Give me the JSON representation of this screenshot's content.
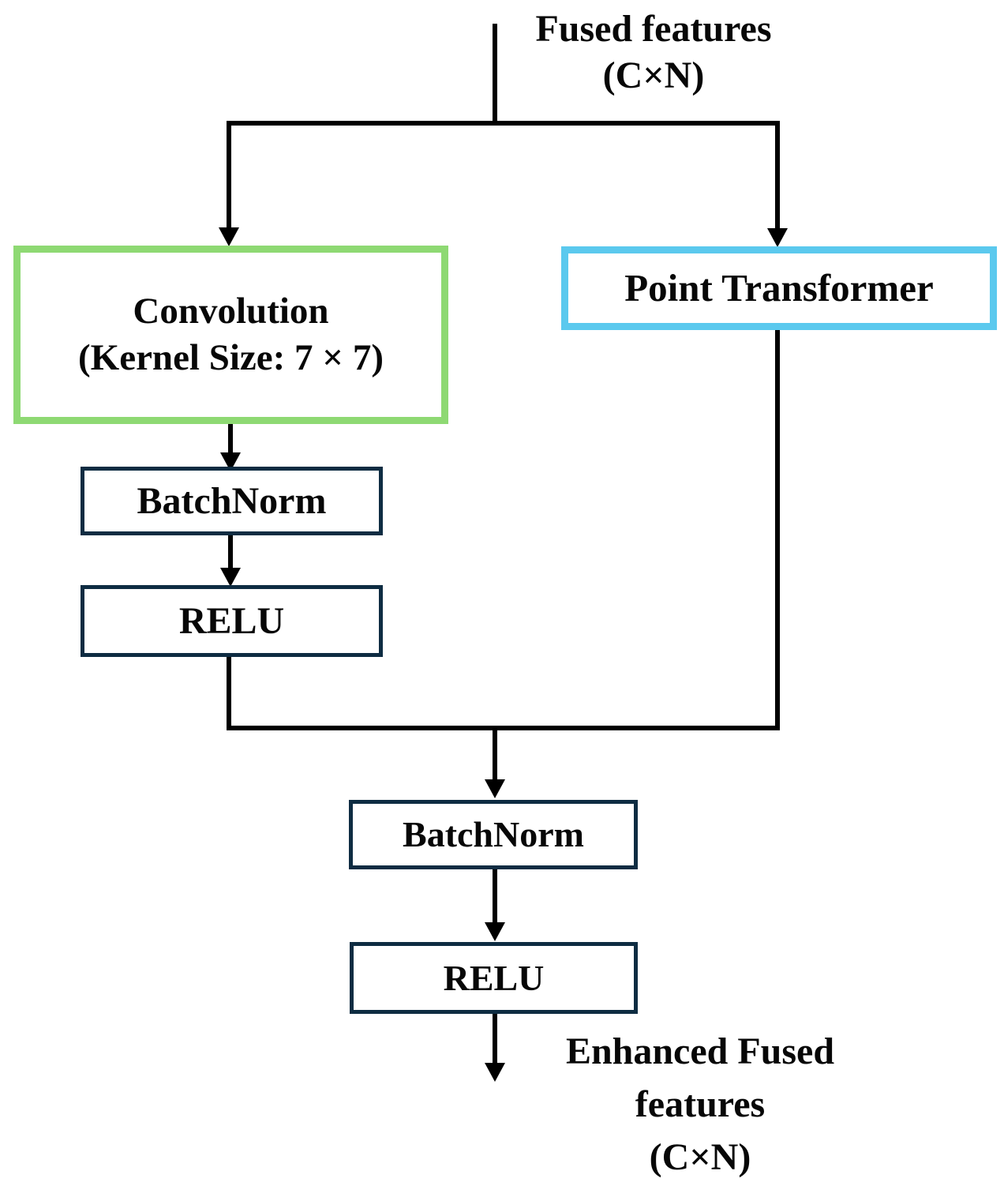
{
  "colors": {
    "convolution_border": "#8ed973",
    "point_transformer_border": "#5bc9ee",
    "inner_box_border": "#0e2c42",
    "connector": "#000000"
  },
  "input_label": {
    "line1": "Fused features",
    "line2": "(C×N)"
  },
  "nodes": {
    "convolution": {
      "line1": "Convolution",
      "line2": "(Kernel Size: 7 × 7)"
    },
    "point_transformer": {
      "label": "Point Transformer"
    },
    "batchnorm_left": {
      "label": "BatchNorm"
    },
    "relu_left": {
      "label": "RELU"
    },
    "batchnorm_merged": {
      "label": "BatchNorm"
    },
    "relu_merged": {
      "label": "RELU"
    }
  },
  "output_label": {
    "line1": "Enhanced Fused",
    "line2": "features",
    "line3": "(C×N)"
  }
}
